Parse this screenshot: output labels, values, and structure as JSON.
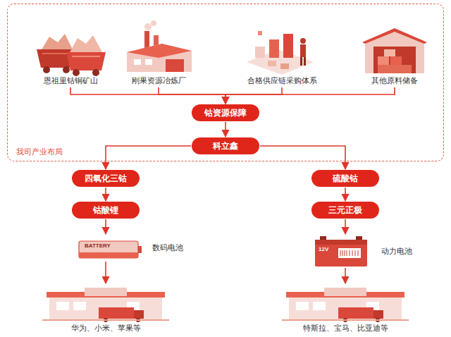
{
  "diagram": {
    "nodes": [
      {
        "text": [
          "我司产业布局"
        ]
      },
      {
        "text": [
          "恩祖里钴铜矿山"
        ],
        "in": 0
      },
      {
        "text": [
          "刚果资源冶炼厂"
        ],
        "in": 0
      },
      {
        "text": [
          "合格供应链采购体系"
        ],
        "in": 0
      },
      {
        "text": [
          "其他原料储备"
        ],
        "in": 0
      },
      {
        "text": [
          "钴资源保障"
        ],
        "in": 0
      },
      {
        "text": [
          "科立鑫"
        ],
        "in": 0
      },
      {
        "text": [
          "四氧化三钴"
        ]
      },
      {
        "text": [
          "硫酸钴"
        ]
      },
      {
        "text": [
          "钴酸锂"
        ]
      },
      {
        "text": [
          "三元正极"
        ]
      },
      {
        "text": [
          "数码电池"
        ]
      },
      {
        "text": [
          "动力电池"
        ]
      },
      {
        "text": [
          "华为、小米、苹果等"
        ]
      },
      {
        "text": [
          "特斯拉、宝马、比亚迪等"
        ]
      }
    ],
    "edges": [
      {
        "from": 1,
        "to": 5,
        "arrow": "to"
      },
      {
        "from": 2,
        "to": 5,
        "arrow": "to"
      },
      {
        "from": 3,
        "to": 5,
        "arrow": "to"
      },
      {
        "from": 4,
        "to": 5,
        "arrow": "to"
      },
      {
        "from": 5,
        "to": 6,
        "arrow": "to"
      },
      {
        "from": 6,
        "to": 7,
        "arrow": "to"
      },
      {
        "from": 6,
        "to": 8,
        "arrow": "to"
      },
      {
        "from": 7,
        "to": 9,
        "arrow": "to"
      },
      {
        "from": 8,
        "to": 10,
        "arrow": "to"
      },
      {
        "from": 9,
        "to": 11,
        "arrow": "to"
      },
      {
        "from": 10,
        "to": 12,
        "arrow": "to"
      },
      {
        "from": 11,
        "to": 13,
        "arrow": "to"
      },
      {
        "from": 12,
        "to": 14,
        "arrow": "to"
      }
    ],
    "labels": [
      "BATTERY",
      "12V"
    ]
  }
}
